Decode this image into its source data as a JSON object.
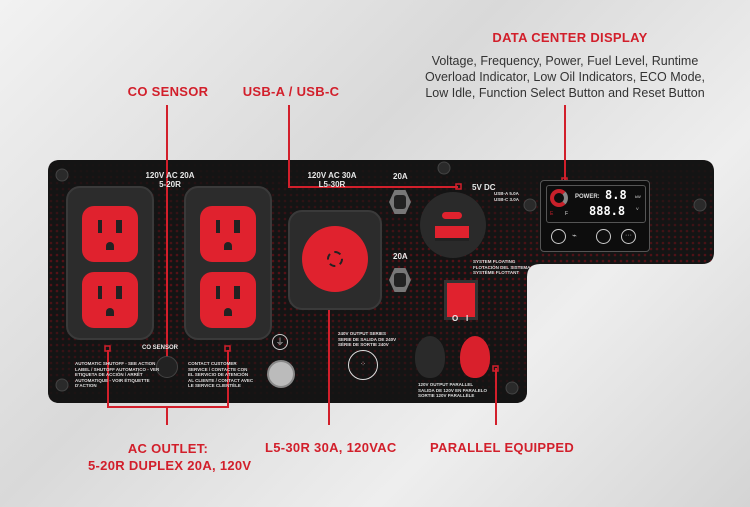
{
  "callouts": {
    "co_sensor": "CO SENSOR",
    "usb": "USB-A / USB-C",
    "data_center_display": "DATA CENTER DISPLAY",
    "data_center_desc": [
      "Voltage, Frequency, Power, Fuel Level, Runtime",
      "Overload Indicator, Low Oil Indicators, ECO Mode,",
      "Low Idle, Function Select Button and Reset Button"
    ],
    "ac_outlet": [
      "AC OUTLET:",
      "5-20R DUPLEX 20A, 120V"
    ],
    "l5_30r": "L5-30R 30A, 120VAC",
    "parallel": "PARALLEL EQUIPPED"
  },
  "panel": {
    "duplex_label": [
      "120V AC 20A",
      "5-20R"
    ],
    "l530_label": [
      "120V AC 30A",
      "L5-30R"
    ],
    "breaker1": "20A",
    "breaker2": "20A",
    "usb_label": "5V DC",
    "usb_spec": [
      "USB-A 5.0A",
      "USB-C 3.0A"
    ],
    "system_floating": [
      "SYSTEM FLOATING",
      "FLOTACIÓN DEL SISTEMA",
      "SYSTÈME FLOTTANT"
    ],
    "co_sensor_label": "CO SENSOR",
    "warning_text": [
      "AUTOMATIC SHUTOFF - SEE ACTION",
      "LABEL / SHUTOFF AUTOMATICO - VER",
      "ETIQUETA DE ACCIÓN / ARRÊT",
      "AUTOMATIQUE - VOIR ÉTIQUETTE",
      "D'ACTION"
    ],
    "contact_text": [
      "CONTACT CUSTOMER",
      "SERVICE / CONTACTE CON",
      "EL SERVICIO DE ATENCIÓN",
      "AL CLIENTE / CONTACT AVEC",
      "LE SERVICE CLIENTÈLE"
    ],
    "series_text": [
      "240V OUTPUT SERIES",
      "SERIE DE SALIDA DE 240V",
      "SÉRIE DE SORTIE 240V"
    ],
    "parallel_text": [
      "120V OUTPUT PARALLEL",
      "SALIDA DE 120V EN PARALELO",
      "SORTIE 120V PARALLÈLE"
    ],
    "switch_labels": [
      "O",
      "I"
    ]
  },
  "display": {
    "power_label": "POWER:",
    "power_value": "8.8",
    "power_unit": "kW",
    "voltage_value": "888.8",
    "voltage_unit": "V",
    "fuel_f": "F",
    "fuel_e": "E"
  },
  "colors": {
    "accent": "#d21f2b",
    "panel": "#141414",
    "outlet": "#e0222e"
  }
}
